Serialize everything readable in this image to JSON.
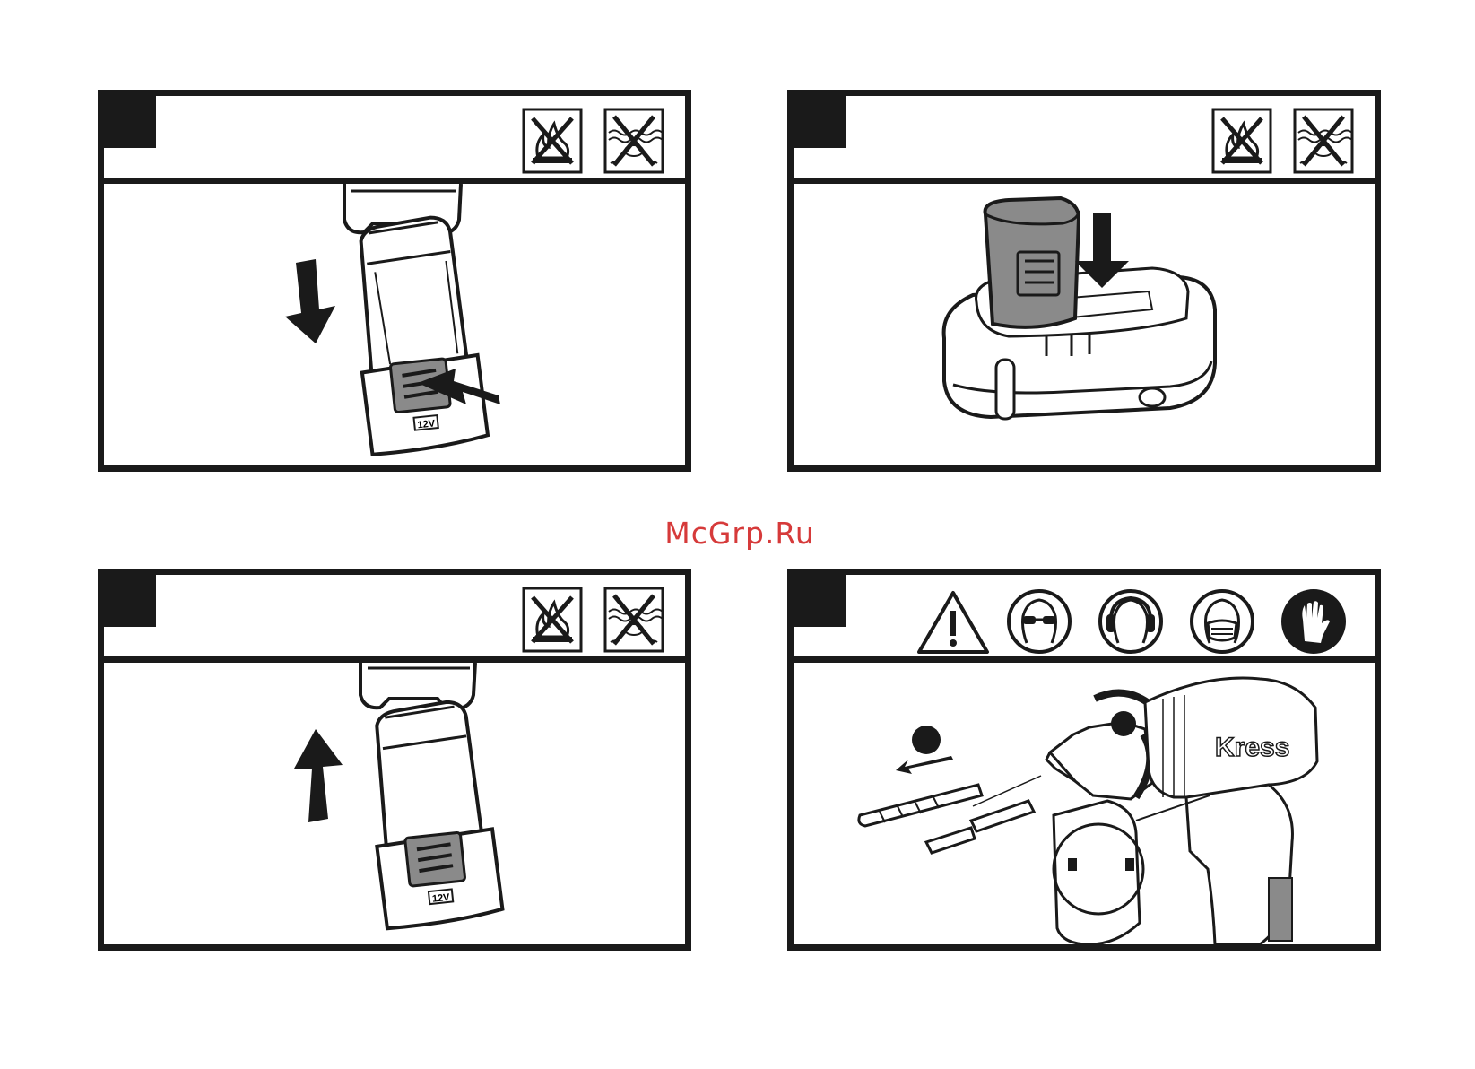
{
  "watermark": {
    "text": "McGrp.Ru",
    "color": "#d63a3a"
  },
  "colors": {
    "line": "#1a1a1a",
    "grey": "#8a8a8a",
    "light_grey": "#bdbdbd"
  },
  "panels": [
    {
      "id": "insert-battery",
      "symbols": [
        "no-fire-icon",
        "no-water-icon"
      ],
      "battery_label": "12V"
    },
    {
      "id": "charge-battery",
      "symbols": [
        "no-fire-icon",
        "no-water-icon"
      ]
    },
    {
      "id": "remove-battery",
      "symbols": [
        "no-fire-icon",
        "no-water-icon"
      ],
      "battery_label": "12V"
    },
    {
      "id": "insert-bit",
      "symbols": [
        "warning-triangle-icon",
        "eye-protection-icon",
        "ear-protection-icon",
        "dust-mask-icon",
        "gloves-icon"
      ],
      "brand_label": "Kress"
    }
  ]
}
